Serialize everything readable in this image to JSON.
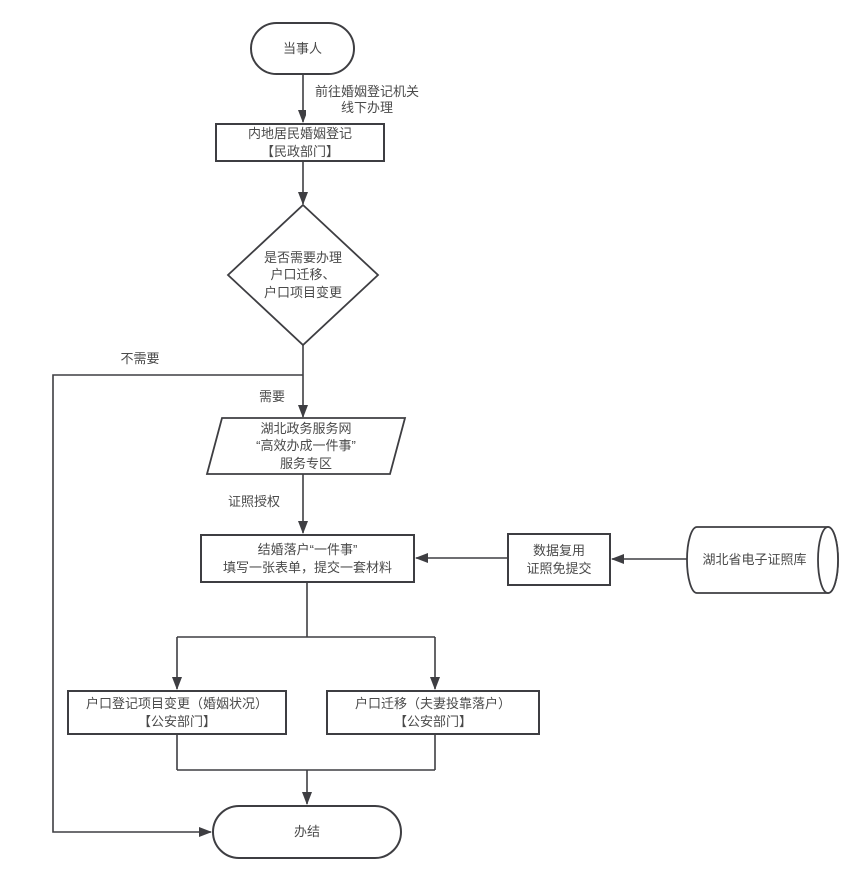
{
  "colors": {
    "stroke": "#3e3e42",
    "text": "#4a4a4a",
    "background": "#ffffff"
  },
  "nodes": {
    "start": {
      "label": "当事人"
    },
    "marriage_registration": {
      "label": "内地居民婚姻登记\n【民政部门】"
    },
    "decision": {
      "label": "是否需要办理\n户口迁移、\n户口项目变更"
    },
    "portal": {
      "label": "湖北政务服务网\n“高效办成一件事”\n服务专区"
    },
    "one_thing": {
      "label": "结婚落户“一件事”\n填写一张表单，提交一套材料"
    },
    "data_reuse": {
      "label": "数据复用\n证照免提交"
    },
    "license_db": {
      "label": "湖北省电子证照库"
    },
    "hukou_item_change": {
      "label": "户口登记项目变更（婚姻状况）\n【公安部门】"
    },
    "hukou_migration": {
      "label": "户口迁移（夫妻投靠落户）\n【公安部门】"
    },
    "end": {
      "label": "办结"
    }
  },
  "edge_labels": {
    "offline": "前往婚姻登记机关\n线下办理",
    "no": "不需要",
    "yes": "需要",
    "license_auth": "证照授权"
  }
}
